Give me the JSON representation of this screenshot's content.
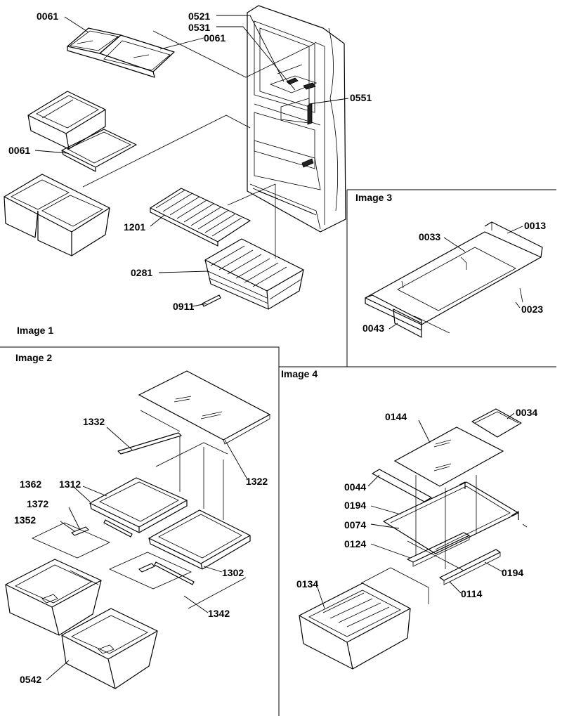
{
  "panels": {
    "image1": "Image 1",
    "image2": "Image 2",
    "image3": "Image 3",
    "image4": "Image 4"
  },
  "image1_callouts": {
    "c0061a": "0061",
    "c0521": "0521",
    "c0531": "0531",
    "c0061b": "0061",
    "c0551": "0551",
    "c0061c": "0061",
    "c1201": "1201",
    "c0281": "0281",
    "c0911": "0911"
  },
  "image2_callouts": {
    "c1332": "1332",
    "c1322": "1322",
    "c1362": "1362",
    "c1312": "1312",
    "c1372": "1372",
    "c1352": "1352",
    "c1302": "1302",
    "c1342": "1342",
    "c0542": "0542"
  },
  "image3_callouts": {
    "c0033": "0033",
    "c0013": "0013",
    "c0023": "0023",
    "c0043": "0043"
  },
  "image4_callouts": {
    "c0144": "0144",
    "c0034": "0034",
    "c0044": "0044",
    "c0194a": "0194",
    "c0074": "0074",
    "c0124": "0124",
    "c0194b": "0194",
    "c0114": "0114",
    "c0134": "0134"
  }
}
